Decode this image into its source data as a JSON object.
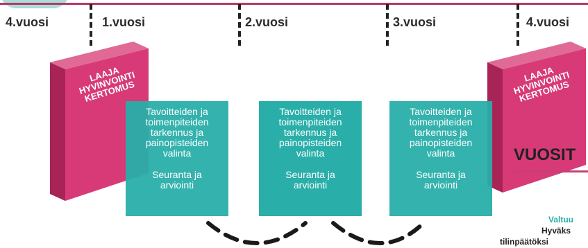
{
  "timeline": {
    "years": [
      {
        "label": "4.vuosi"
      },
      {
        "label": "1.vuosi"
      },
      {
        "label": "2.vuosi"
      },
      {
        "label": "3.vuosi"
      },
      {
        "label": "4.vuosi"
      }
    ]
  },
  "books": [
    {
      "title": "LAAJA\nHYVINVOINTI\nKERTOMUS"
    },
    {
      "title": "LAAJA\nHYVINVOINTI\nKERTOMUS"
    }
  ],
  "boxes": [
    {
      "main": "Tavoitteiden ja\ntoimenpiteiden\ntarkennus ja\npainopisteiden\nvalinta",
      "sub": "Seuranta ja\narviointi"
    },
    {
      "main": "Tavoitteiden ja\ntoimenpiteiden\ntarkennus ja\npainopisteiden\nvalinta",
      "sub": "Seuranta ja\narviointi"
    },
    {
      "main": "Tavoitteiden ja\ntoimenpiteiden\ntarkennus ja\npainopisteiden\nvalinta",
      "sub": "Seuranta ja\narviointi"
    }
  ],
  "right": {
    "heading": "VUOSIT",
    "valtuusto": "Valtuu",
    "hyvaks": "Hyväks",
    "tilinp": "tilinpäätöksi"
  },
  "colors": {
    "teal": "#2aaea9",
    "pink": "#d73a77",
    "pink_dark": "#a82457",
    "timeline": "#b8366a"
  }
}
